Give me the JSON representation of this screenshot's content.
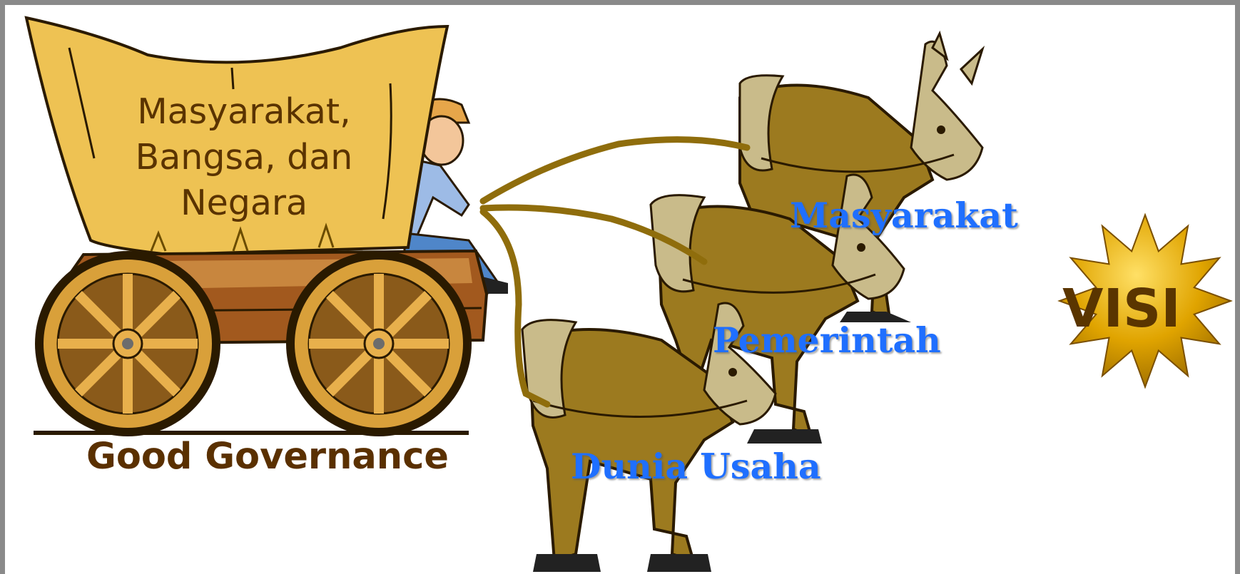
{
  "wagon": {
    "cover_lines": [
      "Masyarakat,",
      "Bangsa, dan",
      "Negara"
    ],
    "caption": "Good Governance"
  },
  "horses": [
    {
      "label": "Masyarakat"
    },
    {
      "label": "Pemerintah"
    },
    {
      "label": "Dunia Usaha"
    }
  ],
  "goal": {
    "label": "VISI"
  },
  "colors": {
    "wagon_cover": "#eec253",
    "wheel": "#c98b26",
    "horse_body": "#9c7a1f",
    "horse_mane": "#c9bb8a",
    "rein": "#8f6d0c",
    "horse_label": "#1f6fff",
    "caption": "#5a3000",
    "star": "#e0a400"
  }
}
